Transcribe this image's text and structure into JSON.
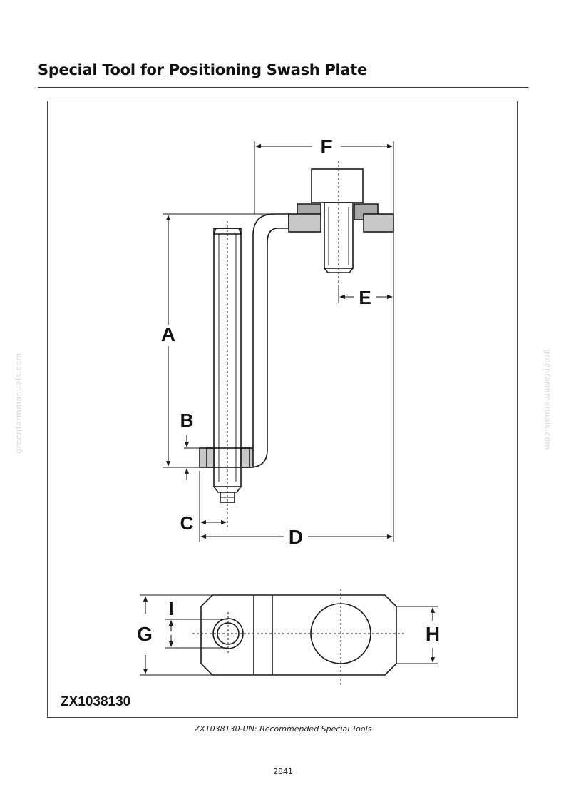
{
  "page": {
    "title": "Special Tool for Positioning Swash Plate",
    "caption": "ZX1038130-UN: Recommended Special Tools",
    "page_number": "2841",
    "watermark_left": "greenfarmmanuals.com",
    "watermark_right": "greenfarmmanuals.com"
  },
  "figure": {
    "part_number": "ZX1038130",
    "dimension_labels": {
      "a": "A",
      "b": "B",
      "c": "C",
      "d": "D",
      "e": "E",
      "f": "F",
      "g": "G",
      "h": "H",
      "i": "I"
    },
    "colors": {
      "washer_fill": "#c8c8c8",
      "line": "#1a1a1a"
    }
  }
}
